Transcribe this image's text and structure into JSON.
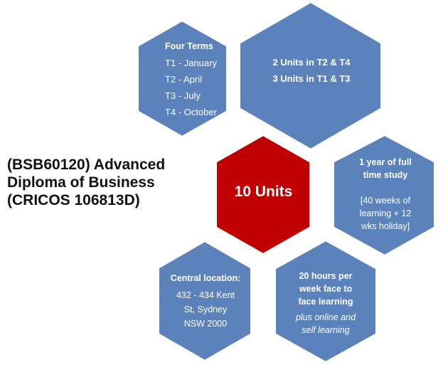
{
  "title": {
    "lines": [
      "(BSB60120) Advanced",
      "Diploma of Business",
      "(CRICOS 106813D)"
    ]
  },
  "colors": {
    "hex_fill": "#5c82bc",
    "hex_stroke": "#ffffff",
    "center_fill": "#c00000",
    "text": "#ffffff"
  },
  "terms": {
    "heading": "Four Terms",
    "items": [
      "T1 - January",
      "T2  - April",
      "T3 - July",
      "T4 - October"
    ]
  },
  "units": {
    "lines": [
      "2 Units in T2 & T4",
      "3 Units in T1 & T3"
    ]
  },
  "center": {
    "label": "10 Units"
  },
  "study": {
    "heading": [
      "1 year  of full",
      "time study"
    ],
    "detail": [
      "[40 weeks of",
      "learning + 12",
      "wks holiday]"
    ]
  },
  "location": {
    "heading": "Central location:",
    "lines": [
      "432 - 434 Kent",
      "St, Sydney",
      "NSW 2000"
    ]
  },
  "hours": {
    "heading": [
      "20 hours per",
      "week face to",
      "face learning"
    ],
    "note": [
      "plus online and",
      "self learning"
    ]
  }
}
